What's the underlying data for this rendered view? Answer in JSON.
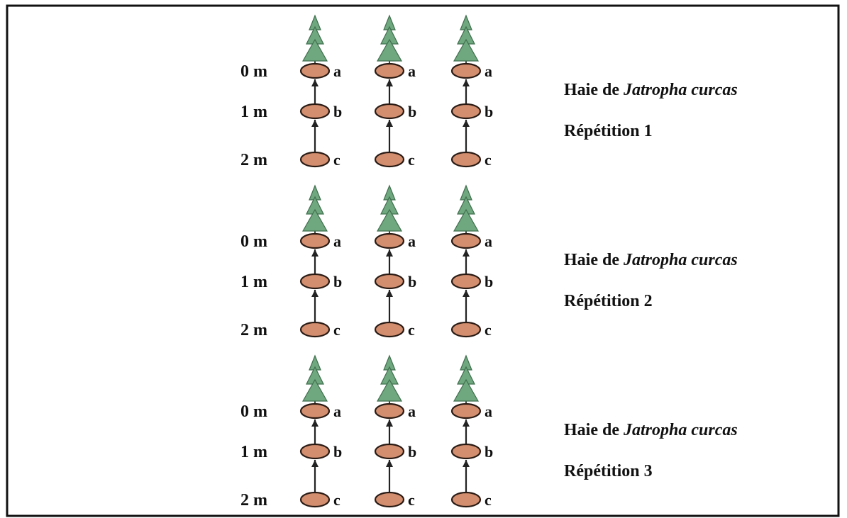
{
  "blocks": [
    {
      "distances": [
        "0 m",
        "1 m",
        "2 m"
      ],
      "points": [
        "a",
        "b",
        "c"
      ],
      "caption_prefix": "Haie de ",
      "caption_species": "Jatropha curcas",
      "replicate": "Répétition 1"
    },
    {
      "distances": [
        "0 m",
        "1 m",
        "2 m"
      ],
      "points": [
        "a",
        "b",
        "c"
      ],
      "caption_prefix": "Haie de ",
      "caption_species": "Jatropha curcas",
      "replicate": "Répétition 2"
    },
    {
      "distances": [
        "0 m",
        "1 m",
        "2 m"
      ],
      "points": [
        "a",
        "b",
        "c"
      ],
      "caption_prefix": "Haie de ",
      "caption_species": "Jatropha curcas",
      "replicate": "Répétition 3"
    }
  ],
  "colors": {
    "tree": "#6fa77e",
    "disc": "#d28e6e",
    "arrow": "#222222",
    "frame": "#111111"
  },
  "icons": {
    "tree": "conifer-tree-icon",
    "disc": "sampling-point-disc"
  }
}
